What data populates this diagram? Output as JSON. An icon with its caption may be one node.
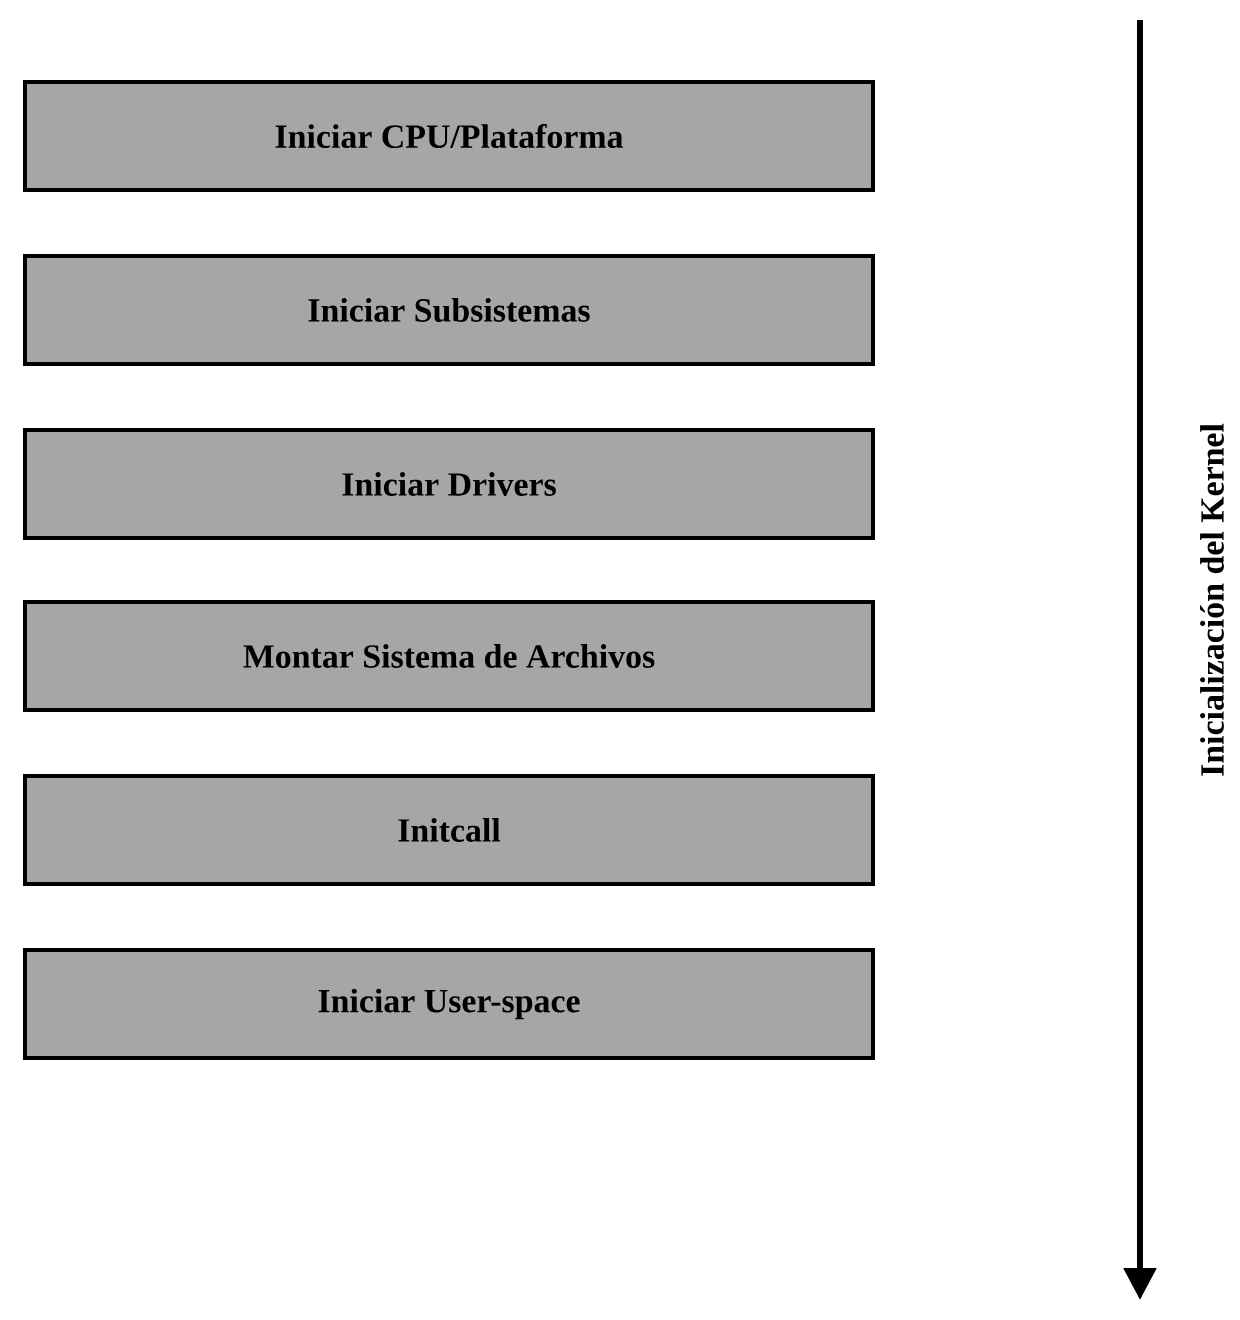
{
  "diagram": {
    "nodes": [
      {
        "text": [
          "Iniciar CPU/Plataforma"
        ]
      },
      {
        "text": [
          "Iniciar Subsistemas"
        ]
      },
      {
        "text": [
          "Iniciar Drivers"
        ]
      },
      {
        "text": [
          "Montar Sistema de Archivos"
        ]
      },
      {
        "text": [
          "Initcall"
        ]
      },
      {
        "text": [
          "Iniciar User-space"
        ]
      }
    ],
    "labels": [
      "Inicialización del Kernel"
    ]
  }
}
